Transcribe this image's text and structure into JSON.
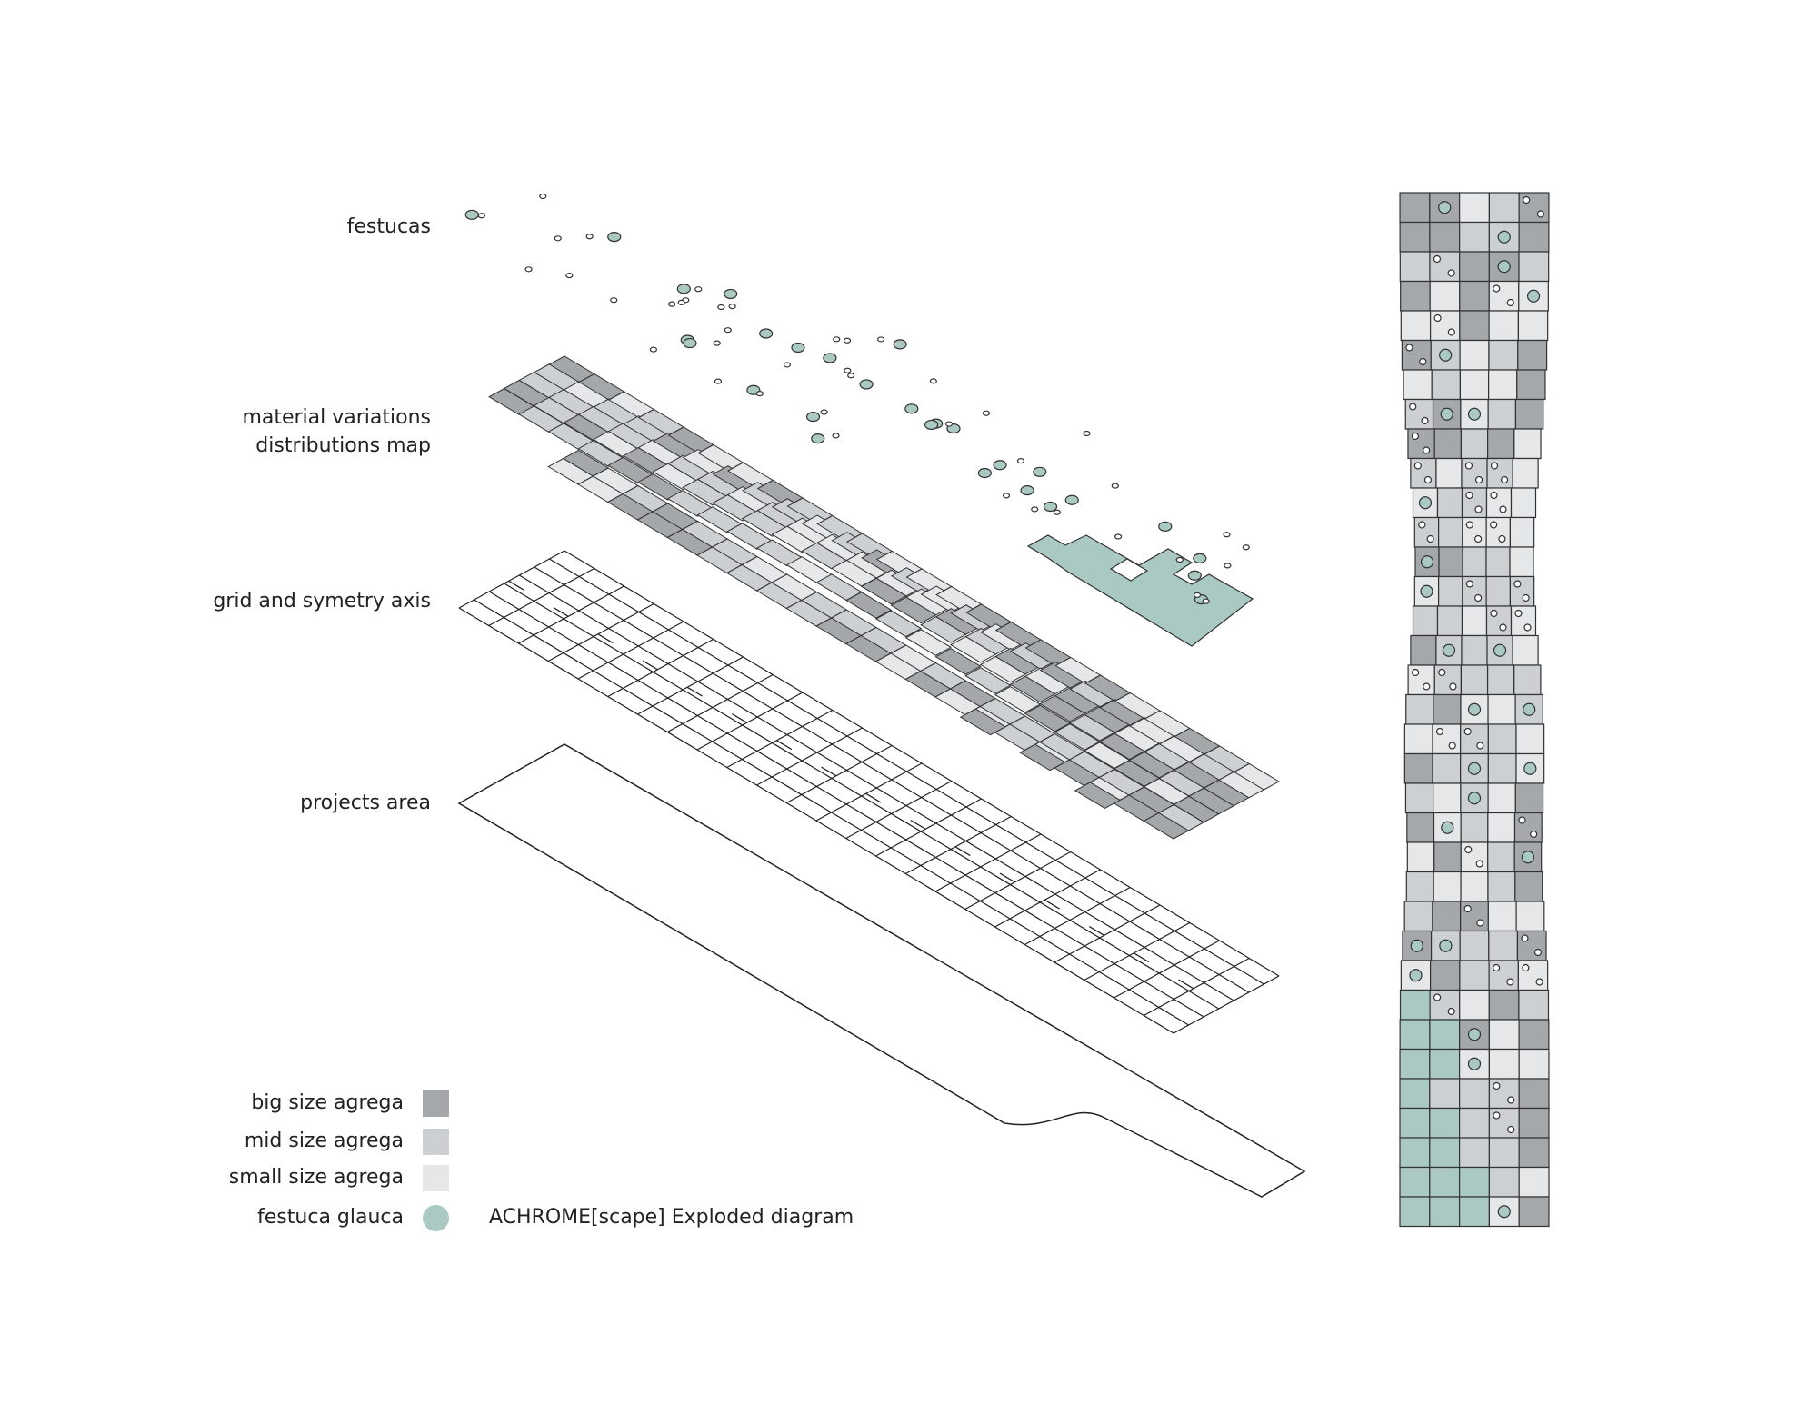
{
  "layer_labels": {
    "festucas": "festucas",
    "material_line1": "material variations",
    "material_line2": "distributions map",
    "grid": "grid and symetry axis",
    "projects": "projects area"
  },
  "legend": {
    "items": [
      {
        "label": "big size agrega",
        "color": "#a4a8ab"
      },
      {
        "label": "mid size agrega",
        "color": "#ccd0d3"
      },
      {
        "label": "small size agrega",
        "color": "#e5e7e8"
      },
      {
        "label": "festuca glauca",
        "color": "#a9c9c2"
      }
    ]
  },
  "caption": "ACHROME[scape] Exploded diagram"
}
